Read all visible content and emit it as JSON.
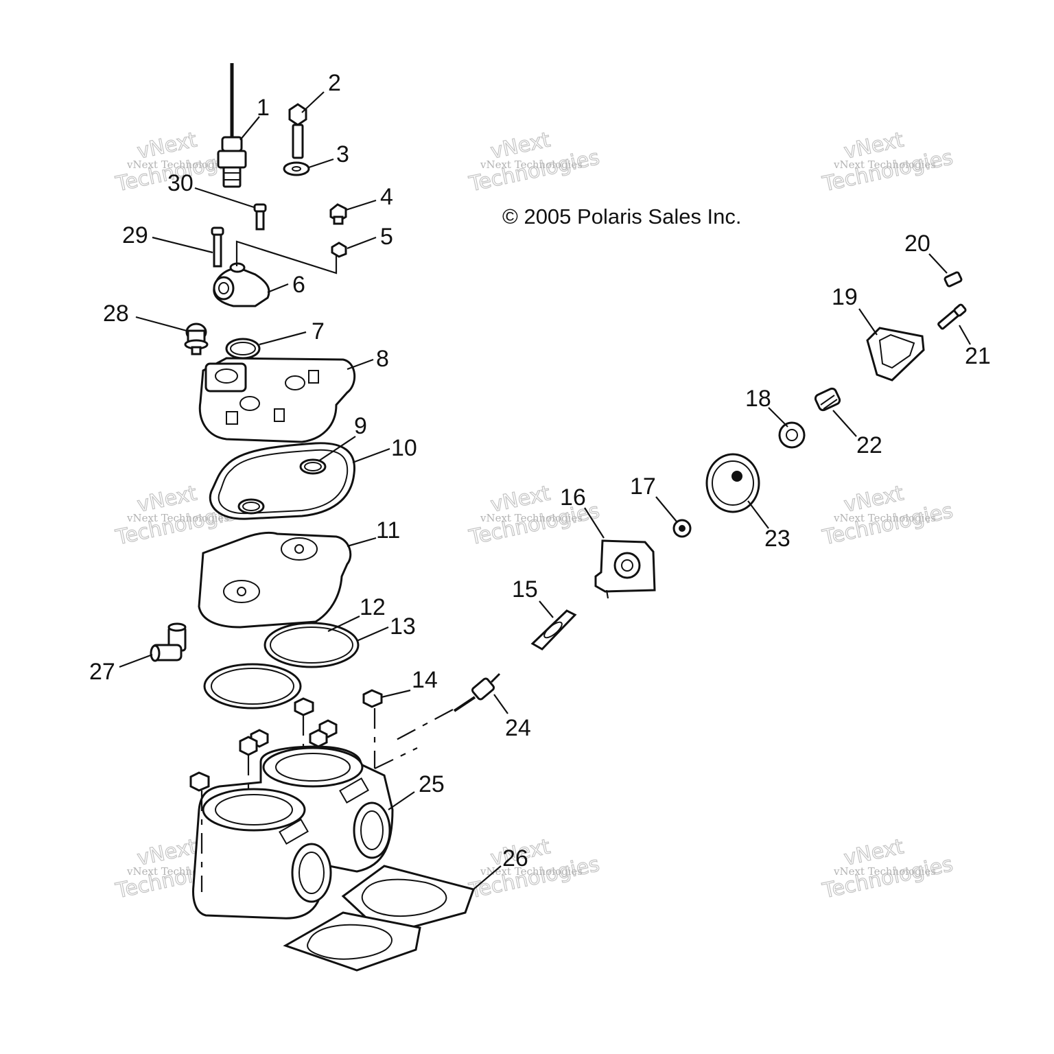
{
  "copyright": "© 2005 Polaris Sales Inc.",
  "watermark": {
    "line1": "vNext Technologies",
    "line2": "vNext",
    "line3": "Technologies"
  },
  "callouts": [
    "1",
    "2",
    "3",
    "4",
    "5",
    "6",
    "7",
    "8",
    "9",
    "10",
    "11",
    "12",
    "13",
    "14",
    "15",
    "16",
    "17",
    "18",
    "19",
    "20",
    "21",
    "22",
    "23",
    "24",
    "25",
    "26",
    "27",
    "28",
    "29",
    "30"
  ]
}
